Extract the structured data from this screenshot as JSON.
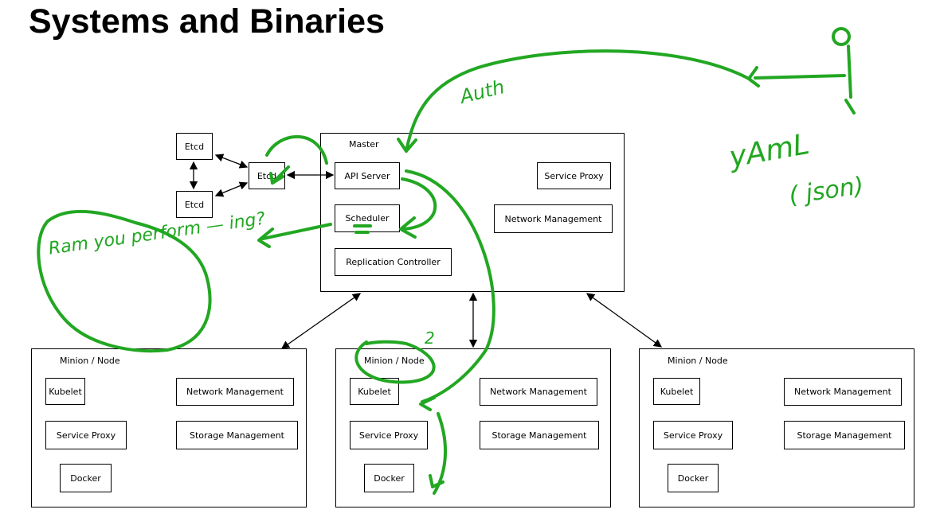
{
  "title": "Systems and Binaries",
  "etcd": {
    "label": "Etcd"
  },
  "master": {
    "label": "Master",
    "api_server": "API Server",
    "scheduler": "Scheduler",
    "replication_controller": "Replication Controller",
    "service_proxy": "Service Proxy",
    "network_management": "Network Management"
  },
  "nodes": [
    {
      "label": "Minion / Node",
      "kubelet": "Kubelet",
      "service_proxy": "Service Proxy",
      "docker": "Docker",
      "network_management": "Network Management",
      "storage_management": "Storage Management"
    },
    {
      "label": "Minion / Node",
      "kubelet": "Kubelet",
      "service_proxy": "Service Proxy",
      "docker": "Docker",
      "network_management": "Network Management",
      "storage_management": "Storage Management"
    },
    {
      "label": "Minion / Node",
      "kubelet": "Kubelet",
      "service_proxy": "Service Proxy",
      "docker": "Docker",
      "network_management": "Network Management",
      "storage_management": "Storage Management"
    }
  ],
  "annotations": {
    "ink_color": "#22a722",
    "auth": "Auth",
    "yaml": "yAmL",
    "json": "( json)",
    "ram_note": "Ram you perform — ing?",
    "two": "2"
  }
}
